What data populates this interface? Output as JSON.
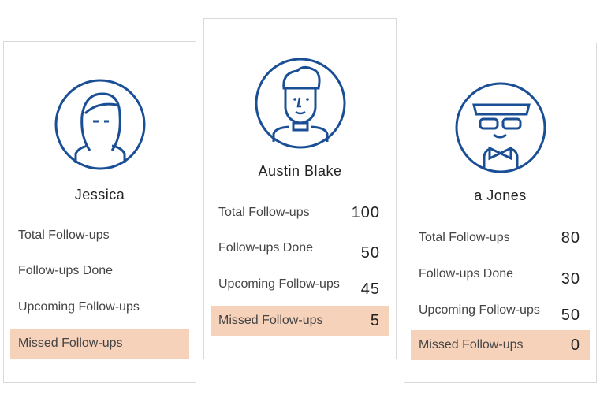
{
  "colors": {
    "accent": "#1a4f96",
    "highlight": "#f7d2ba",
    "border": "#d9d9d9"
  },
  "cards": [
    {
      "name": "Jessica",
      "avatar": "woman-avatar-icon",
      "rows": [
        {
          "label": "Total Follow-ups"
        },
        {
          "label": "Follow-ups Done"
        },
        {
          "label": "Upcoming Follow-ups"
        },
        {
          "label": "Missed Follow-ups"
        }
      ]
    },
    {
      "name": "Austin Blake",
      "avatar": "man-avatar-icon",
      "rows": [
        {
          "label": "Total Follow-ups",
          "value": "100"
        },
        {
          "label": "Follow-ups Done",
          "value": "50"
        },
        {
          "label": "Upcoming Follow-ups",
          "value": "45"
        },
        {
          "label": "Missed Follow-ups",
          "value": "5"
        }
      ]
    },
    {
      "name": "a Jones",
      "avatar": "man-glasses-avatar-icon",
      "rows": [
        {
          "label": "Total Follow-ups",
          "value": "80"
        },
        {
          "label": "Follow-ups Done",
          "value": "30"
        },
        {
          "label": "Upcoming Follow-ups",
          "value": "50"
        },
        {
          "label": "Missed Follow-ups",
          "value": "0"
        }
      ]
    }
  ]
}
